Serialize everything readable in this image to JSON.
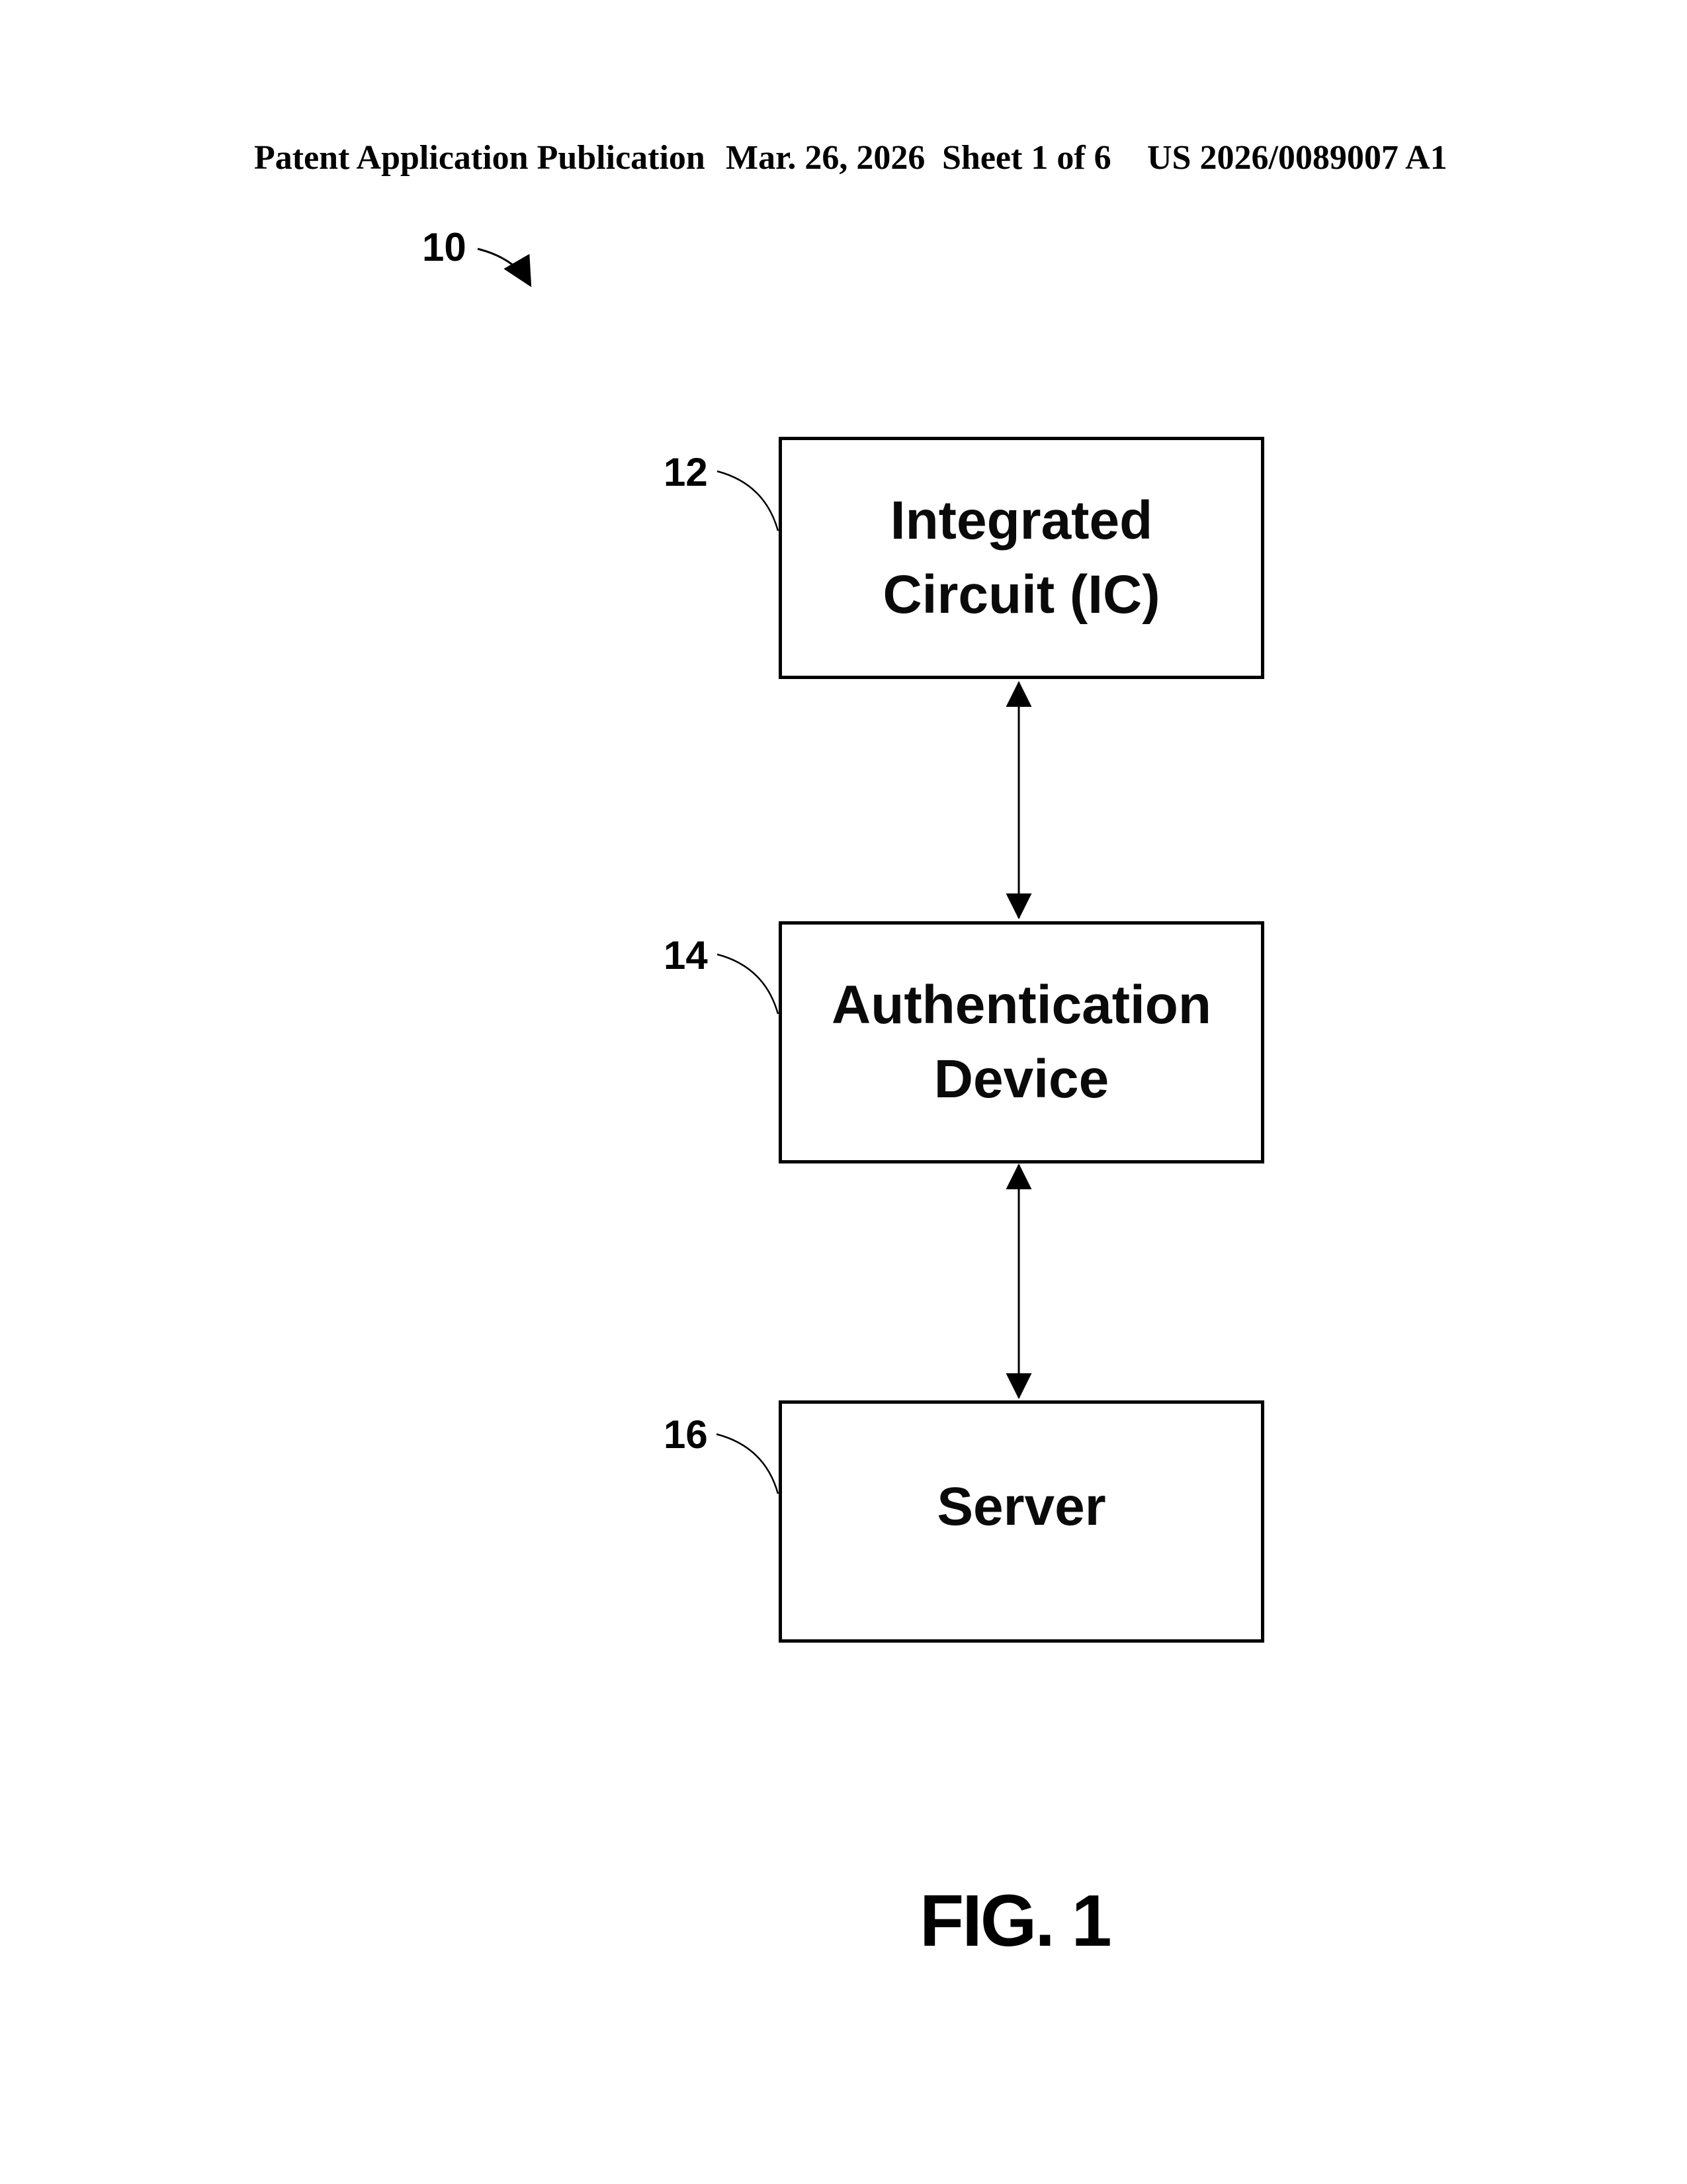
{
  "page": {
    "background_color": "#ffffff",
    "ink_color": "#000000"
  },
  "header": {
    "publication_type": "Patent Application Publication",
    "date": "Mar. 26, 2026",
    "sheet": "Sheet 1 of 6",
    "publication_number": "US 2026/0089007 A1"
  },
  "figure": {
    "ref_label": "10",
    "caption": "FIG. 1",
    "boxes": [
      {
        "ref": "12",
        "lines": [
          "Integrated",
          "Circuit (IC)"
        ]
      },
      {
        "ref": "14",
        "lines": [
          "Authentication",
          "Device"
        ]
      },
      {
        "ref": "16",
        "lines": [
          "Server"
        ]
      }
    ],
    "connectors": [
      {
        "from": "12",
        "to": "14",
        "style": "double-headed-arrow"
      },
      {
        "from": "14",
        "to": "16",
        "style": "double-headed-arrow"
      }
    ]
  }
}
